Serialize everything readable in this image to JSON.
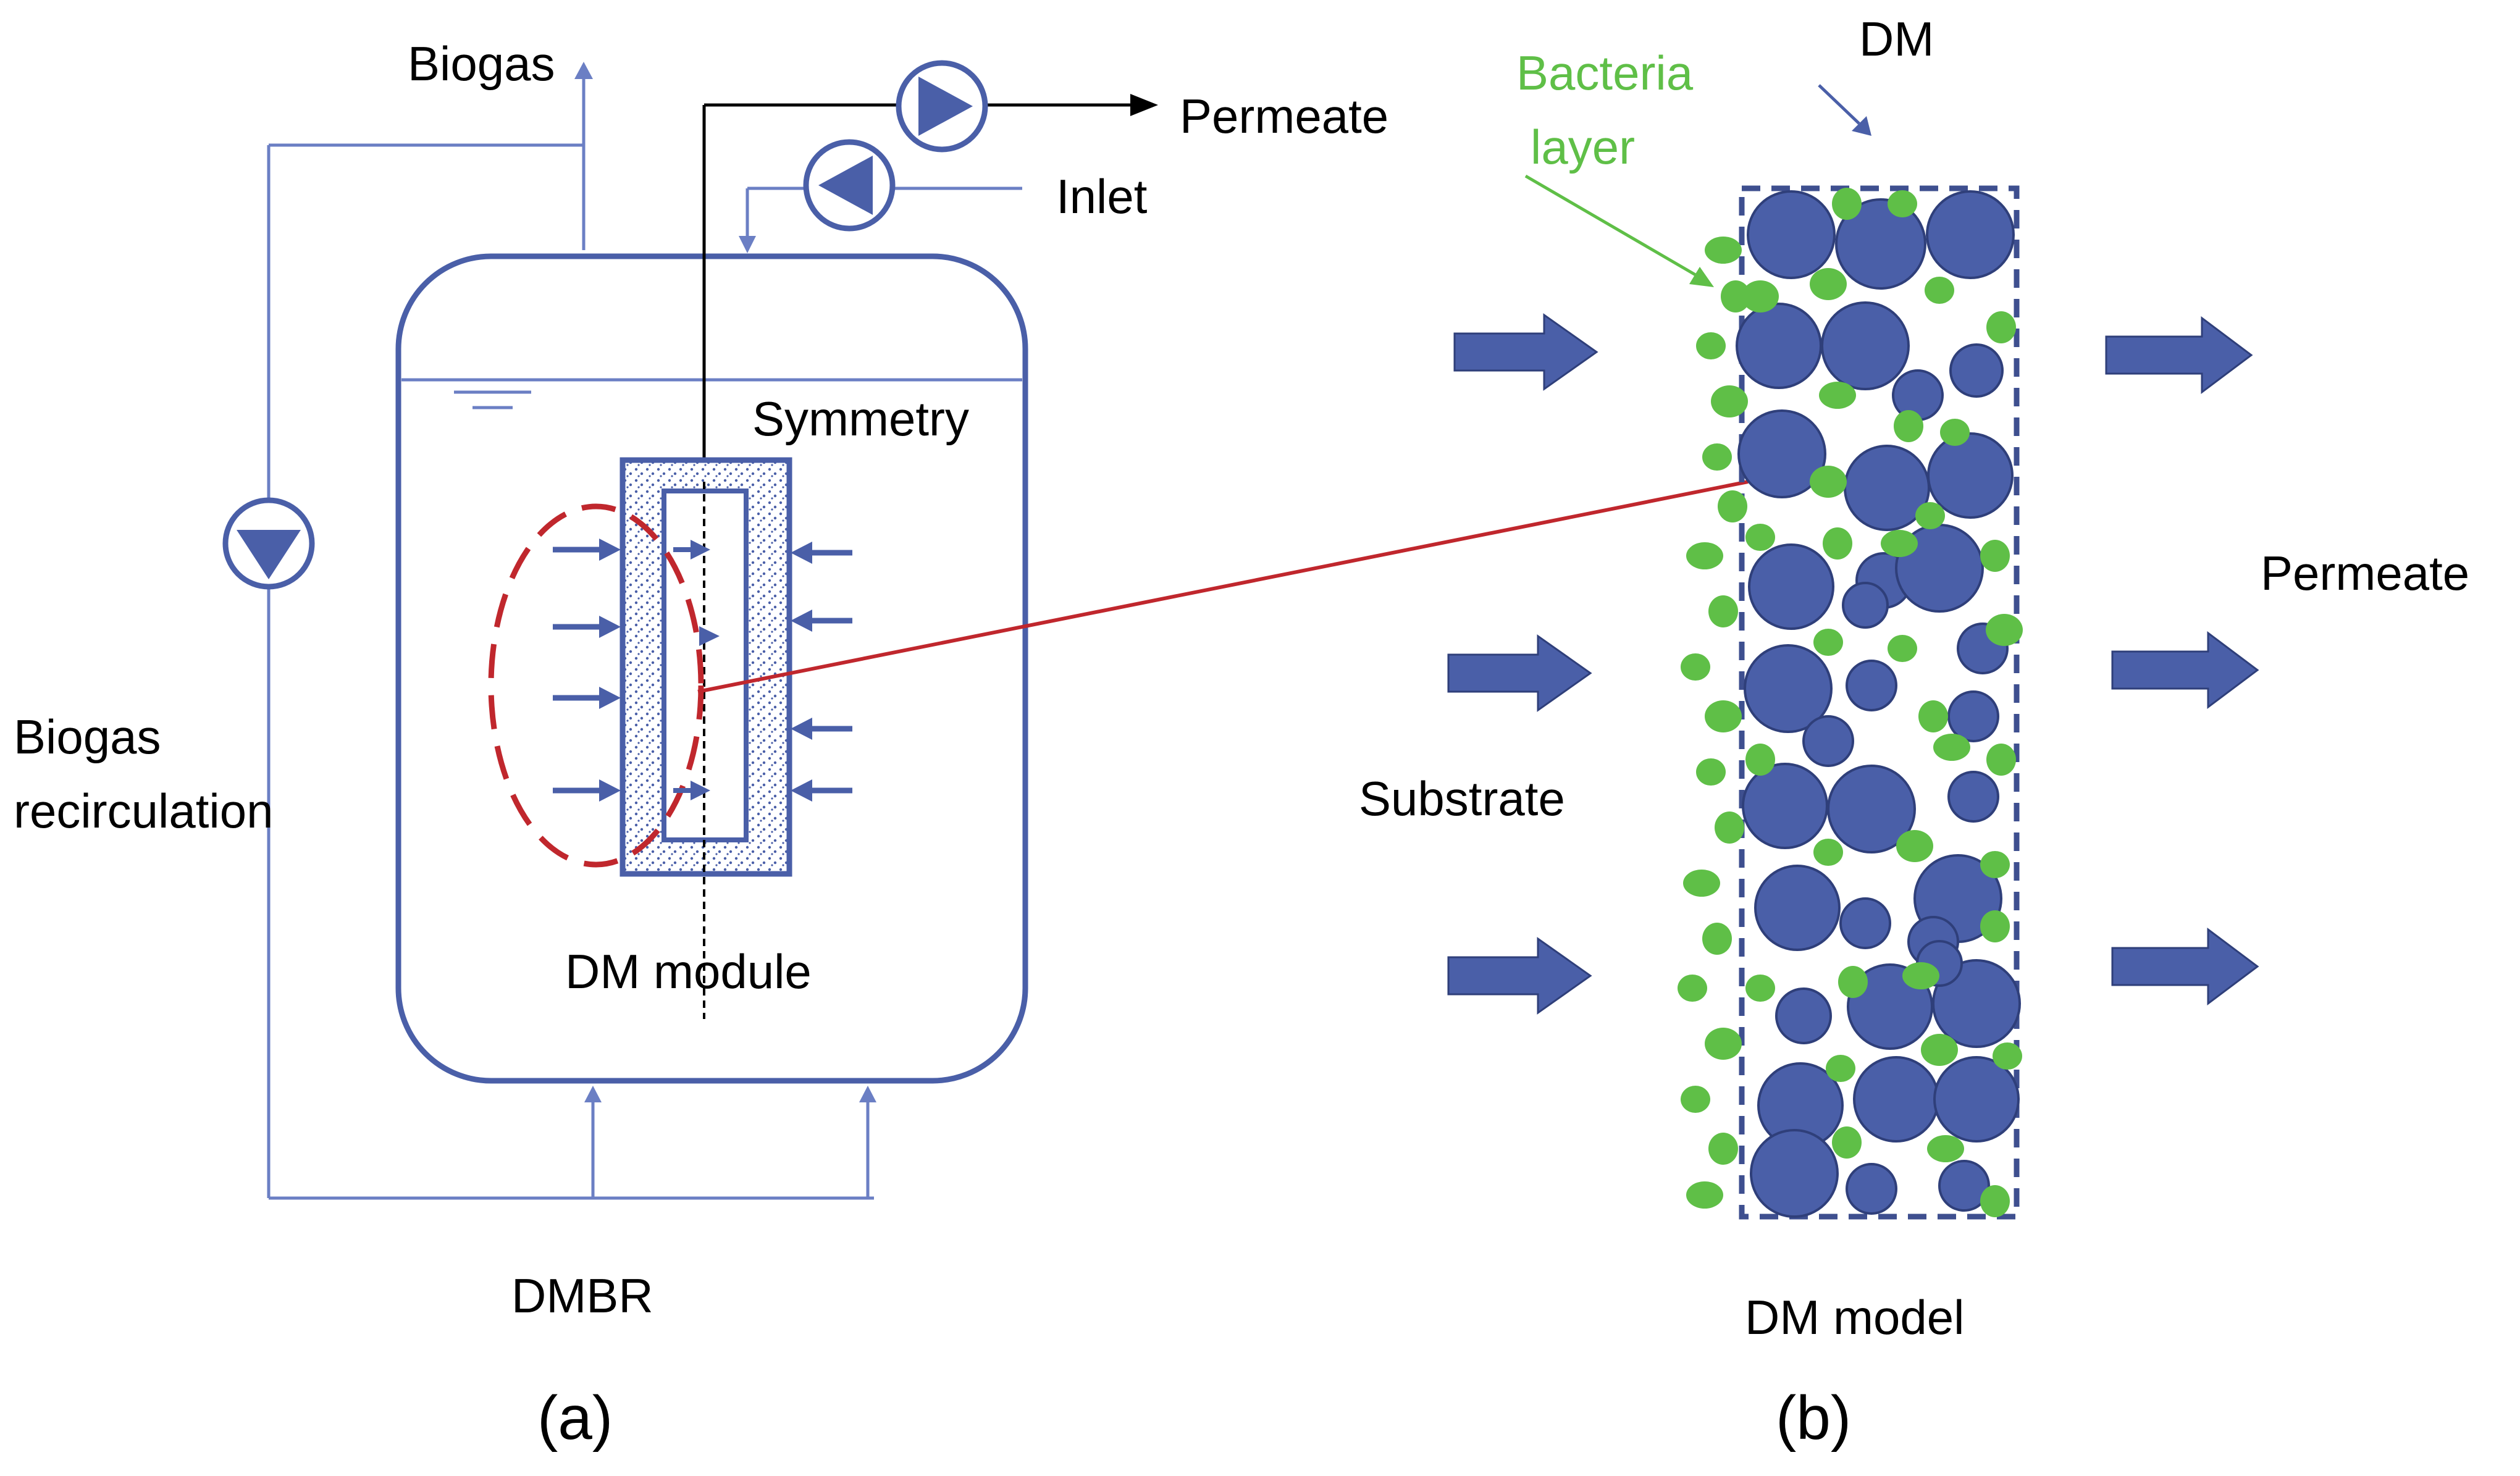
{
  "colors": {
    "blue": "#4a5fa8",
    "blue_line": "#6b7fc4",
    "green": "#5fbf47",
    "red": "#c0272d",
    "black": "#000000"
  },
  "panel_a": {
    "label_biogas": "Biogas",
    "label_permeate": "Permeate",
    "label_inlet": "Inlet",
    "label_symmetry": "Symmetry",
    "label_recirc_line1": "Biogas",
    "label_recirc_line2": "recirculation",
    "label_module": "DM module",
    "label_reactor": "DMBR",
    "caption": "(a)"
  },
  "panel_b": {
    "label_bacteria_line1": "Bacteria",
    "label_bacteria_line2": "layer",
    "label_dm": "DM",
    "label_substrate": "Substrate",
    "label_permeate": "Permeate",
    "label_model": "DM model",
    "caption": "(b)"
  }
}
